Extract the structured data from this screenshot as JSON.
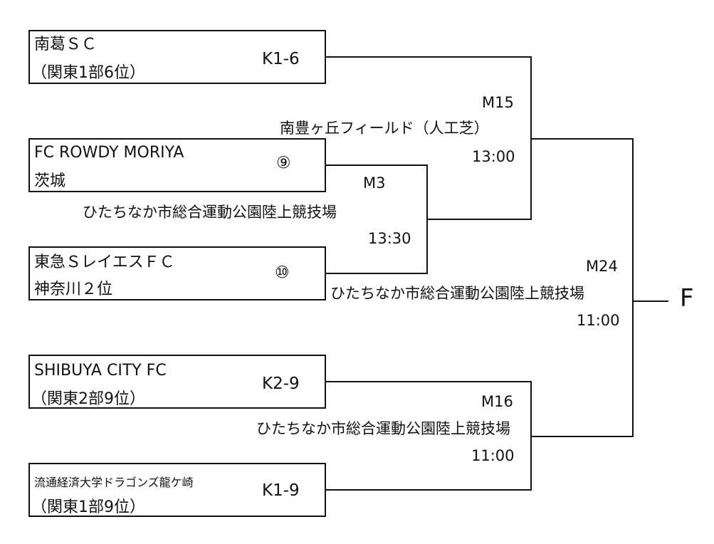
{
  "teams": [
    {
      "name": "南葛ＳＣ",
      "sub": "（関東1部6位）",
      "seed": "K1-6"
    },
    {
      "name": "FC ROWDY MORIYA",
      "sub": "茨城",
      "seed": "⑨"
    },
    {
      "name": "東急ＳレイエスＦＣ",
      "sub": "神奈川２位",
      "seed": "⑩"
    },
    {
      "name": "SHIBUYA CITY FC",
      "sub": "（関東2部9位）",
      "seed": "K2-9"
    },
    {
      "name": "流通経済大学ドラゴンズ龍ケ崎",
      "sub": "（関東1部9位）",
      "seed": "K1-9"
    }
  ],
  "matches": {
    "m3": {
      "code": "M3",
      "venue": "ひたちなか市総合運動公園陸上競技場",
      "time": "13:30"
    },
    "m15": {
      "code": "M15",
      "venue": "南豊ヶ丘フィールド（人工芝）",
      "time": "13:00"
    },
    "m16": {
      "code": "M16",
      "venue": "ひたちなか市総合運動公園陸上競技場",
      "time": "11:00"
    },
    "m24": {
      "code": "M24",
      "venue": "ひたちなか市総合運動公園陸上競技場",
      "time": "11:00"
    }
  },
  "final_label": "F"
}
